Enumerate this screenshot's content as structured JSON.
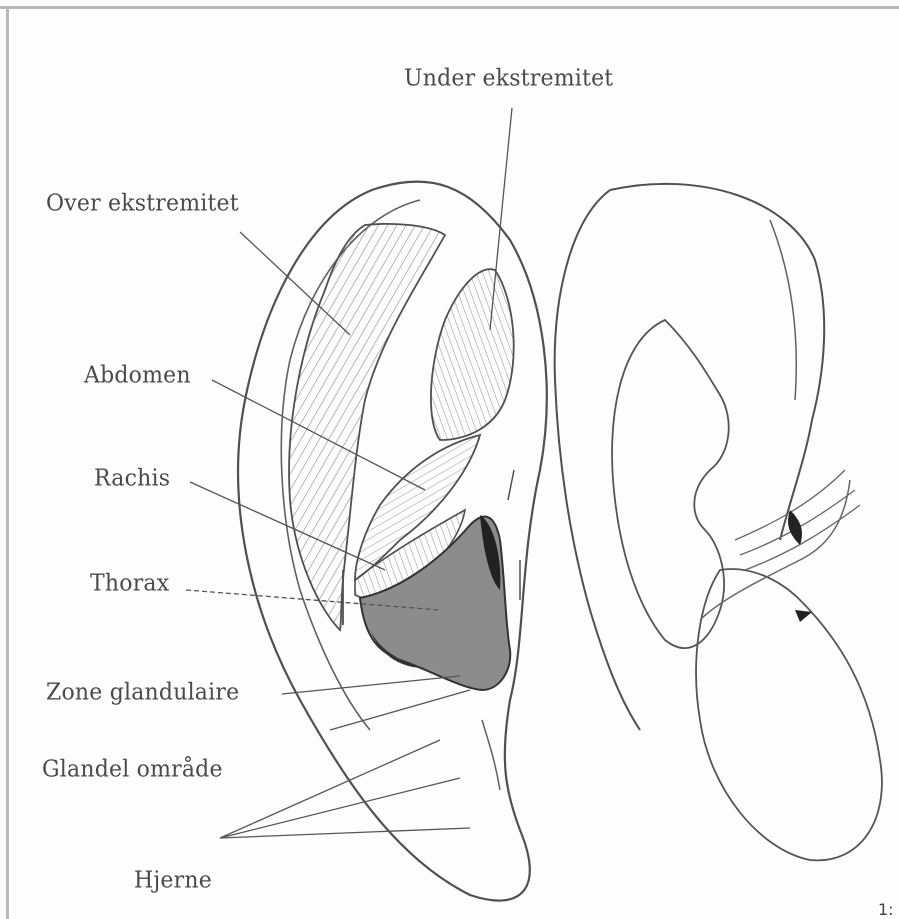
{
  "labels": {
    "under": "Under ekstremitet",
    "over": "Over ekstremitet",
    "abdomen": "Abdomen",
    "rachis": "Rachis",
    "thorax": "Thorax",
    "zone": "Zone glandulaire",
    "glandel": "Glandel område",
    "hjerne": "Hjerne"
  },
  "corner_mark": "1:"
}
